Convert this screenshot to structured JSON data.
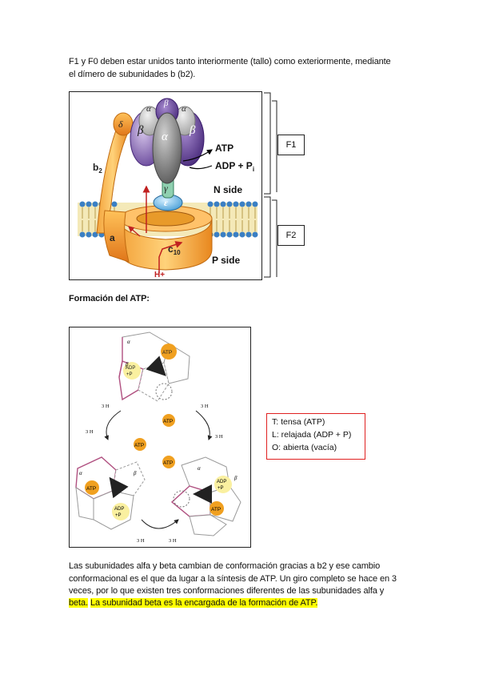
{
  "intro": {
    "line1": "F1 y F0 deben estar unidos tanto interiormente (tallo) como exteriormente, mediante",
    "line2": "el dímero de subunidades b (b2)."
  },
  "figure1": {
    "labels": {
      "alpha": "α",
      "beta": "β",
      "delta": "δ",
      "gamma": "γ",
      "epsilon": "ε",
      "b2": "b",
      "b2_sub": "2",
      "a": "a",
      "c": "c",
      "c_sub": "10",
      "atp": "ATP",
      "adp_pi": "ADP + P",
      "adp_pi_sub": "i",
      "n_side": "N side",
      "p_side": "P side",
      "h_plus": "H+"
    },
    "box_f1": "F1",
    "box_f2": "F2"
  },
  "section_title": "Formación del ATP:",
  "figure2": {
    "alpha": "α",
    "beta": "β",
    "atp": "ATP",
    "adp": "ADP",
    "pi": "+P",
    "h_p": "3 H",
    "h_n": "3 H"
  },
  "legend": {
    "t": "T: tensa (ATP)",
    "l": "L: relajada (ADP + P)",
    "o": "O: abierta (vacía)"
  },
  "closing": {
    "line1": "Las subunidades alfa y beta cambian de conformación gracias a b2 y ese cambio",
    "line2": "conformacional es el que da lugar a la síntesis de ATP.  Un giro completo se hace en 3",
    "line3a": "veces, por lo que existen tres conformaciones diferentes de las subunidades alfa y",
    "line4_beta": "beta.",
    "line4_rest": "La subunidad beta es la encargada de la formación de ATP."
  }
}
